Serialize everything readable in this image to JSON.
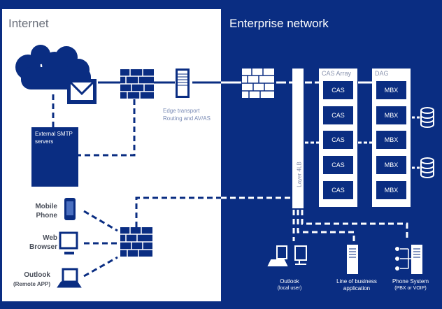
{
  "zones": {
    "internet": "Internet",
    "enterprise": "Enterprise network"
  },
  "internet_nodes": {
    "edge_transport": {
      "title": "Edge transport",
      "subtitle": "Routing and AV/AS"
    },
    "smtp": {
      "line1": "External SMTP",
      "line2": "servers"
    }
  },
  "clients": [
    {
      "line1": "Mobile",
      "line2": "Phone"
    },
    {
      "line1": "Web",
      "line2": "Browser"
    },
    {
      "line1": "Outlook",
      "line2": "(Remote APP)"
    }
  ],
  "enterprise_nodes": {
    "layer4": "Layer 4LB",
    "cas_array": {
      "label": "CAS Array",
      "cells": [
        "CAS",
        "CAS",
        "CAS",
        "CAS",
        "CAS"
      ]
    },
    "dag": {
      "label": "DAG",
      "cells": [
        "MBX",
        "MBX",
        "MBX",
        "MBX",
        "MBX"
      ]
    }
  },
  "internal_clients": [
    {
      "line1": "Outlook",
      "line2": "(local user)"
    },
    {
      "line1": "Line of business",
      "line2": "application"
    },
    {
      "line1": "Phone System",
      "line2": "(PBX or VOIP)"
    }
  ],
  "colors": {
    "navy": "#0a2d82",
    "white": "#ffffff"
  }
}
